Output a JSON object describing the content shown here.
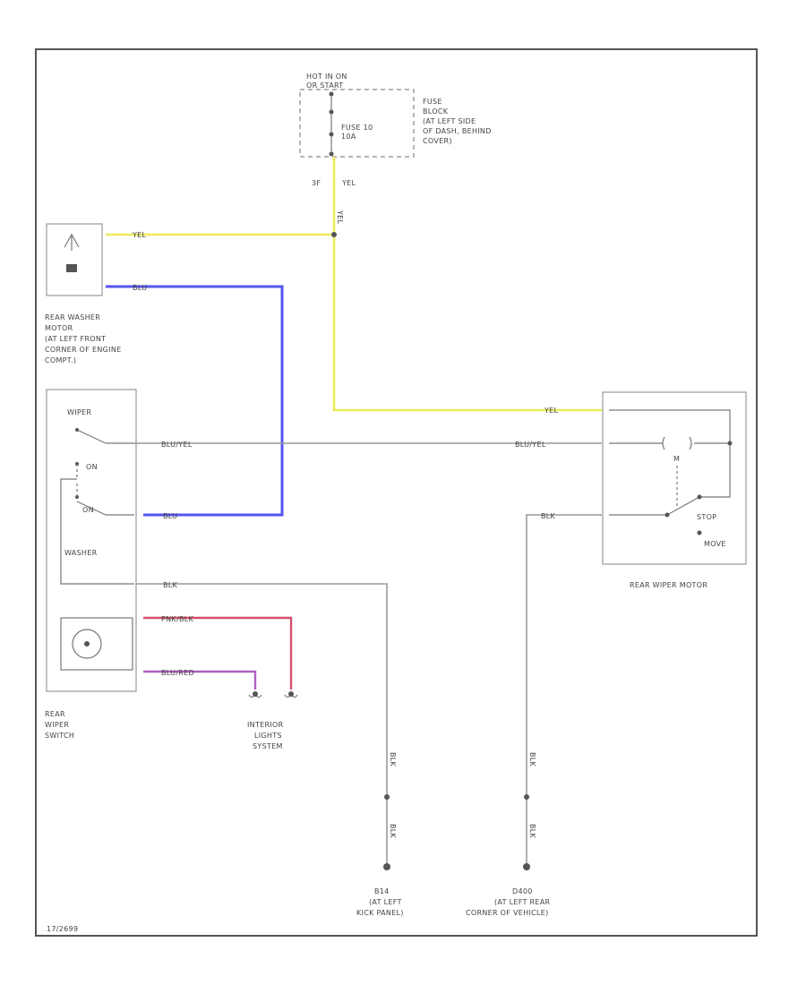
{
  "fuse": {
    "hot_label": [
      "HOT IN ON",
      "OR START"
    ],
    "block_label": [
      "FUSE",
      "BLOCK",
      "(AT LEFT SIDE",
      "OF DASH, BEHIND",
      "COVER)"
    ],
    "fuse_label": [
      "FUSE 10",
      "10A"
    ],
    "pin": "3F",
    "wire": "YEL"
  },
  "washer_motor": {
    "label": [
      "REAR WASHER",
      "MOTOR",
      "(AT LEFT FRONT",
      "CORNER OF ENGINE",
      "COMPT.)"
    ],
    "wire_top": "YEL",
    "wire_bottom": "BLU"
  },
  "wiper_switch": {
    "label": [
      "REAR",
      "WIPER",
      "SWITCH"
    ],
    "wiper": "WIPER",
    "on": "ON",
    "on2": "ON",
    "washer": "WASHER",
    "w_blupel": "BLU/YEL",
    "w_blu": "BLU",
    "w_blk": "BLK",
    "w_pnk": "PNK/BLK",
    "w_blured": "BLU/RED"
  },
  "interior": {
    "label": [
      "INTERIOR",
      "LIGHTS",
      "SYSTEM"
    ]
  },
  "rear_motor": {
    "label": "REAR WIPER MOTOR",
    "w_yel": "YEL",
    "w_blupel": "BLU/YEL",
    "w_blk": "BLK",
    "stop": "STOP",
    "move": "MOVE",
    "m": "M"
  },
  "grounds": {
    "g1_wire": "BLK",
    "g1_wire2": "BLK",
    "g1_label": [
      "B14",
      "(AT LEFT",
      "KICK PANEL)"
    ],
    "g2_wire": "BLK",
    "g2_wire2": "BLK",
    "g2_label": [
      "D400",
      "(AT LEFT REAR",
      "CORNER OF VEHICLE)"
    ]
  },
  "footer": "17/2699"
}
